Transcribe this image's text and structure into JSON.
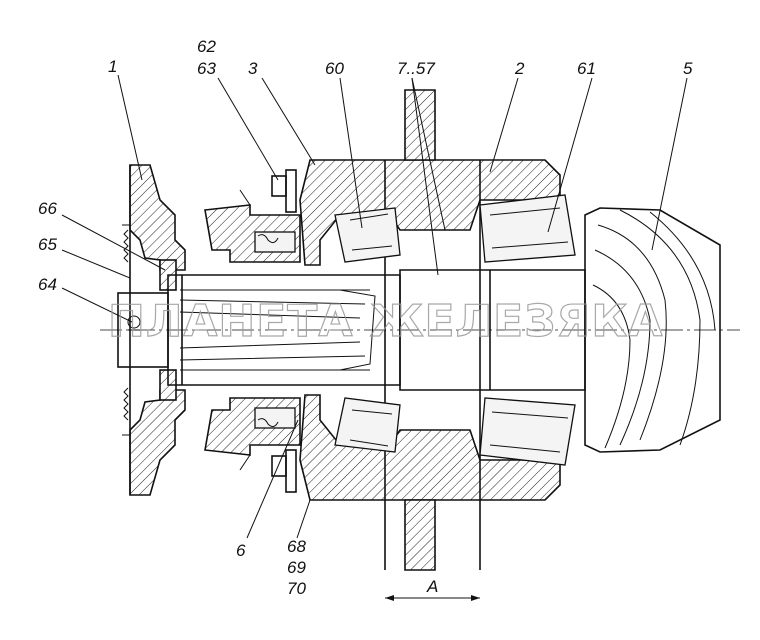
{
  "callouts": {
    "c1": "1",
    "c62": "62",
    "c63": "63",
    "c3": "3",
    "c60": "60",
    "c7_57": "7..57",
    "c2": "2",
    "c61": "61",
    "c5": "5",
    "c66": "66",
    "c65": "65",
    "c64": "64",
    "c6": "6",
    "c68": "68",
    "c69": "69",
    "c70": "70",
    "dimA": "A"
  },
  "watermark": "ПЛАНЕТА ЖЕЛЕЗЯКА"
}
